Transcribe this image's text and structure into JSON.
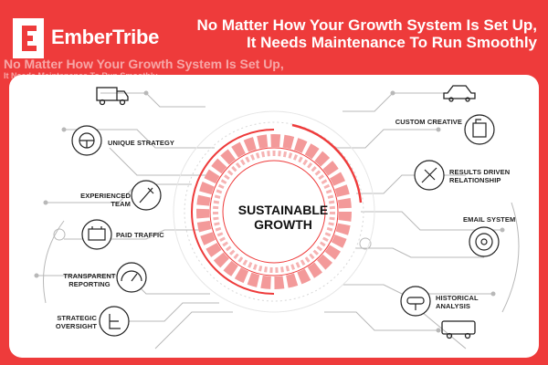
{
  "header": {
    "brand": "EmberTribe",
    "headline_line1": "No Matter How Your Growth System Is Set Up,",
    "headline_line2": "It Needs Maintenance To Run Smoothly"
  },
  "center": {
    "line1": "SUSTAINABLE",
    "line2": "GROWTH"
  },
  "left_items": [
    {
      "label": "UNIQUE STRATEGY",
      "icon": "steering-wheel-icon"
    },
    {
      "label": "EXPERIENCED TEAM",
      "icon": "spark-plug-icon"
    },
    {
      "label": "PAID TRAFFIC",
      "icon": "battery-icon"
    },
    {
      "label_line1": "TRANSPARENT",
      "label_line2": "REPORTING",
      "icon": "speedometer-icon"
    },
    {
      "label_line1": "STRATEGIC",
      "label_line2": "OVERSIGHT",
      "icon": "car-seat-icon"
    }
  ],
  "right_items": [
    {
      "label": "CUSTOM CREATIVE",
      "icon": "fuel-can-icon"
    },
    {
      "label_line1": "RESULTS DRIVEN",
      "label_line2": "RELATIONSHIP",
      "icon": "piston-icon"
    },
    {
      "label": "EMAIL SYSTEM",
      "icon": "wheel-icon"
    },
    {
      "label_line1": "HISTORICAL",
      "label_line2": "ANALYSIS",
      "icon": "rearview-mirror-icon"
    }
  ],
  "colors": {
    "accent": "#ee3b3b",
    "panel": "#ffffff",
    "text": "#222222"
  }
}
